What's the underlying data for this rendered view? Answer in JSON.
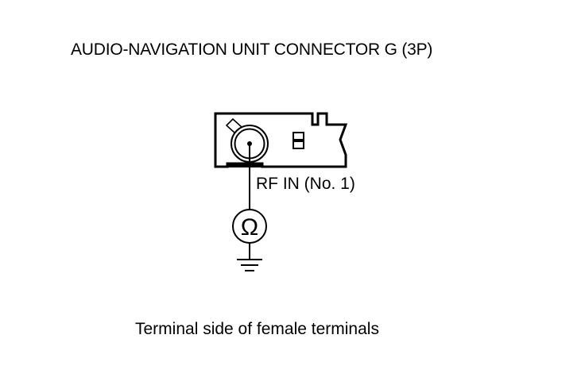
{
  "connector": {
    "title": "AUDIO-NAVIGATION UNIT CONNECTOR G (3P)",
    "pin_label": "RF IN (No. 1)",
    "caption": "Terminal side of female terminals"
  },
  "meter": {
    "symbol": "Ω"
  }
}
